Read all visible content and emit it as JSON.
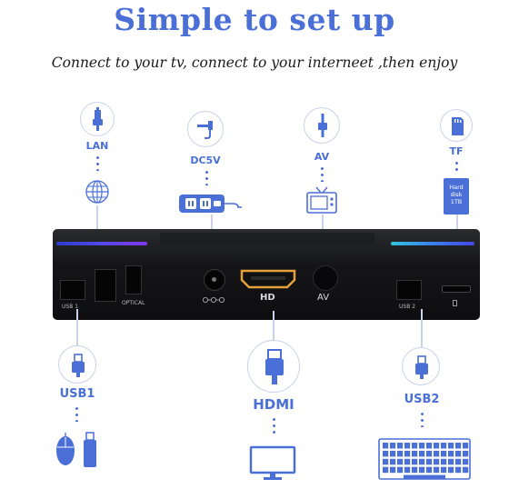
{
  "title": "Simple to set  up",
  "subtitle": "Connect to your tv, connect to your interneet ,then enjoy",
  "top_ports": {
    "lan": "LAN",
    "dc5v": "DC5V",
    "av": "AV",
    "tf": "TF",
    "hdd": "Hard disk 1TB"
  },
  "bottom_ports": {
    "usb1": "USB1",
    "hdmi": "HDMI",
    "usb2": "USB2"
  },
  "box_labels": {
    "usb1": "USB 1",
    "optical": "OPTICAL",
    "hd": "HD",
    "av": "AV",
    "usb2": "USB 2"
  },
  "colors": {
    "accent": "#4a6fd6",
    "box": "#151518",
    "led_blue": "#3b5bff",
    "led_cyan": "#33d6f0",
    "hdmi_gold": "#e6a13a"
  }
}
